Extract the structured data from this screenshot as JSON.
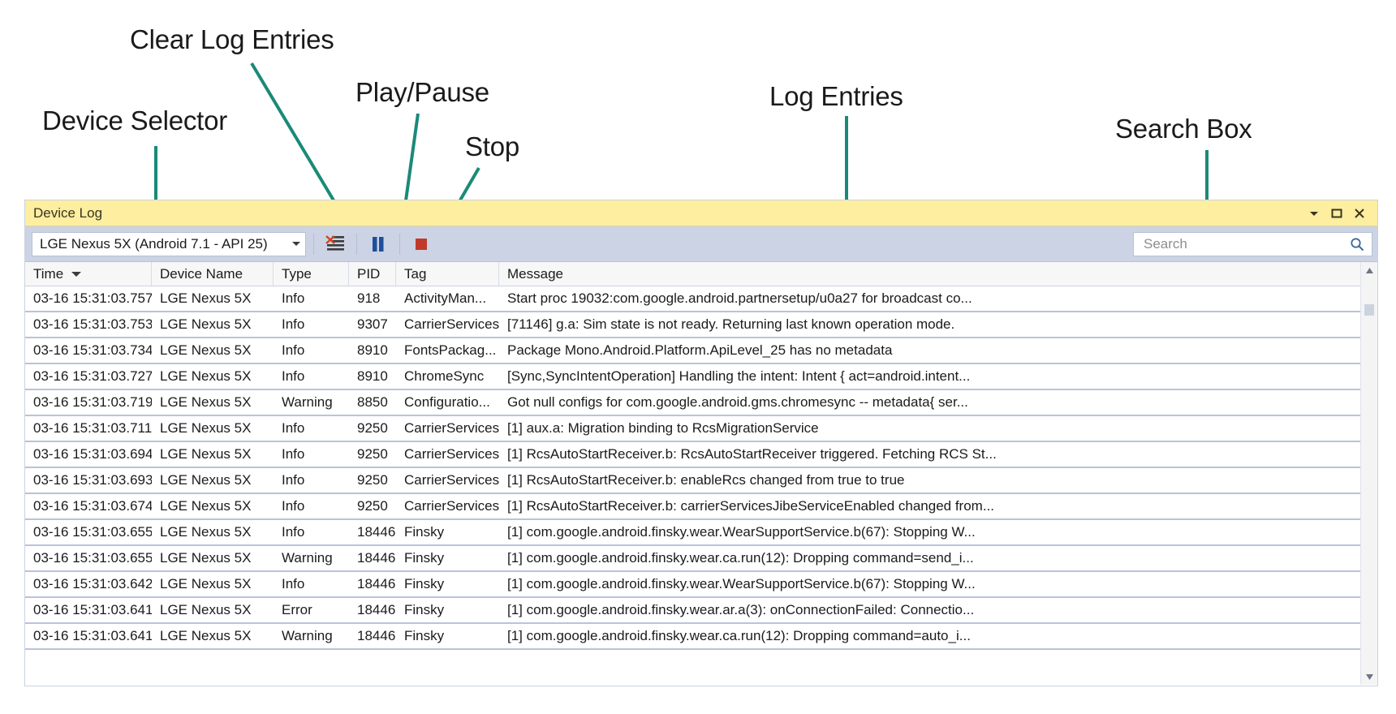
{
  "annotations": [
    {
      "id": "clear-log",
      "text": "Clear Log Entries"
    },
    {
      "id": "play-pause",
      "text": "Play/Pause"
    },
    {
      "id": "stop",
      "text": "Stop"
    },
    {
      "id": "device-selector",
      "text": "Device Selector"
    },
    {
      "id": "log-entries",
      "text": "Log Entries"
    },
    {
      "id": "search-box",
      "text": "Search Box"
    }
  ],
  "window": {
    "title": "Device Log",
    "controls": {
      "dropdown": "chevron-down-icon",
      "maximize": "maximize-icon",
      "close": "close-icon"
    }
  },
  "toolbar": {
    "device_selected": "LGE Nexus 5X (Android 7.1 - API 25)",
    "clear_button_name": "clear-log-entries",
    "pause_button_name": "play-pause",
    "stop_button_name": "stop",
    "search": {
      "placeholder": "Search",
      "value": ""
    }
  },
  "grid": {
    "columns": [
      {
        "key": "time",
        "label": "Time",
        "sorted": "desc"
      },
      {
        "key": "device",
        "label": "Device Name"
      },
      {
        "key": "type",
        "label": "Type"
      },
      {
        "key": "pid",
        "label": "PID"
      },
      {
        "key": "tag",
        "label": "Tag"
      },
      {
        "key": "message",
        "label": "Message"
      }
    ],
    "rows": [
      {
        "time": "03-16 15:31:03.757",
        "device": "LGE Nexus 5X",
        "type": "Info",
        "pid": "918",
        "tag": "ActivityMan...",
        "message": "Start proc 19032:com.google.android.partnersetup/u0a27 for broadcast co..."
      },
      {
        "time": "03-16 15:31:03.753",
        "device": "LGE Nexus 5X",
        "type": "Info",
        "pid": "9307",
        "tag": "CarrierServices",
        "message": "[71146] g.a: Sim state is not ready. Returning last known operation mode."
      },
      {
        "time": "03-16 15:31:03.734",
        "device": "LGE Nexus 5X",
        "type": "Info",
        "pid": "8910",
        "tag": "FontsPackag...",
        "message": "Package Mono.Android.Platform.ApiLevel_25 has no metadata"
      },
      {
        "time": "03-16 15:31:03.727",
        "device": "LGE Nexus 5X",
        "type": "Info",
        "pid": "8910",
        "tag": "ChromeSync",
        "message": "[Sync,SyncIntentOperation] Handling the intent: Intent { act=android.intent..."
      },
      {
        "time": "03-16 15:31:03.719",
        "device": "LGE Nexus 5X",
        "type": "Warning",
        "pid": "8850",
        "tag": "Configuratio...",
        "message": "Got null configs for com.google.android.gms.chromesync -- metadata{ ser..."
      },
      {
        "time": "03-16 15:31:03.711",
        "device": "LGE Nexus 5X",
        "type": "Info",
        "pid": "9250",
        "tag": "CarrierServices",
        "message": "[1] aux.a: Migration binding to RcsMigrationService"
      },
      {
        "time": "03-16 15:31:03.694",
        "device": "LGE Nexus 5X",
        "type": "Info",
        "pid": "9250",
        "tag": "CarrierServices",
        "message": "[1] RcsAutoStartReceiver.b: RcsAutoStartReceiver triggered. Fetching RCS St..."
      },
      {
        "time": "03-16 15:31:03.693",
        "device": "LGE Nexus 5X",
        "type": "Info",
        "pid": "9250",
        "tag": "CarrierServices",
        "message": "[1] RcsAutoStartReceiver.b: enableRcs changed from true to true"
      },
      {
        "time": "03-16 15:31:03.674",
        "device": "LGE Nexus 5X",
        "type": "Info",
        "pid": "9250",
        "tag": "CarrierServices",
        "message": "[1] RcsAutoStartReceiver.b: carrierServicesJibeServiceEnabled changed from..."
      },
      {
        "time": "03-16 15:31:03.655",
        "device": "LGE Nexus 5X",
        "type": "Info",
        "pid": "18446",
        "tag": "Finsky",
        "message": "[1] com.google.android.finsky.wear.WearSupportService.b(67): Stopping W..."
      },
      {
        "time": "03-16 15:31:03.655",
        "device": "LGE Nexus 5X",
        "type": "Warning",
        "pid": "18446",
        "tag": "Finsky",
        "message": "[1] com.google.android.finsky.wear.ca.run(12): Dropping command=send_i..."
      },
      {
        "time": "03-16 15:31:03.642",
        "device": "LGE Nexus 5X",
        "type": "Info",
        "pid": "18446",
        "tag": "Finsky",
        "message": "[1] com.google.android.finsky.wear.WearSupportService.b(67): Stopping W..."
      },
      {
        "time": "03-16 15:31:03.641",
        "device": "LGE Nexus 5X",
        "type": "Error",
        "pid": "18446",
        "tag": "Finsky",
        "message": "[1] com.google.android.finsky.wear.ar.a(3): onConnectionFailed: Connectio..."
      },
      {
        "time": "03-16 15:31:03.641",
        "device": "LGE Nexus 5X",
        "type": "Warning",
        "pid": "18446",
        "tag": "Finsky",
        "message": "[1] com.google.android.finsky.wear.ca.run(12): Dropping command=auto_i..."
      }
    ]
  },
  "colors": {
    "titlebar": "#fdeea0",
    "toolbar": "#ccd3e4",
    "annotation_leader": "#1a8a78",
    "pause_icon": "#1f4e9c",
    "stop_icon": "#c0392b",
    "row_border": "#b9c3da"
  }
}
